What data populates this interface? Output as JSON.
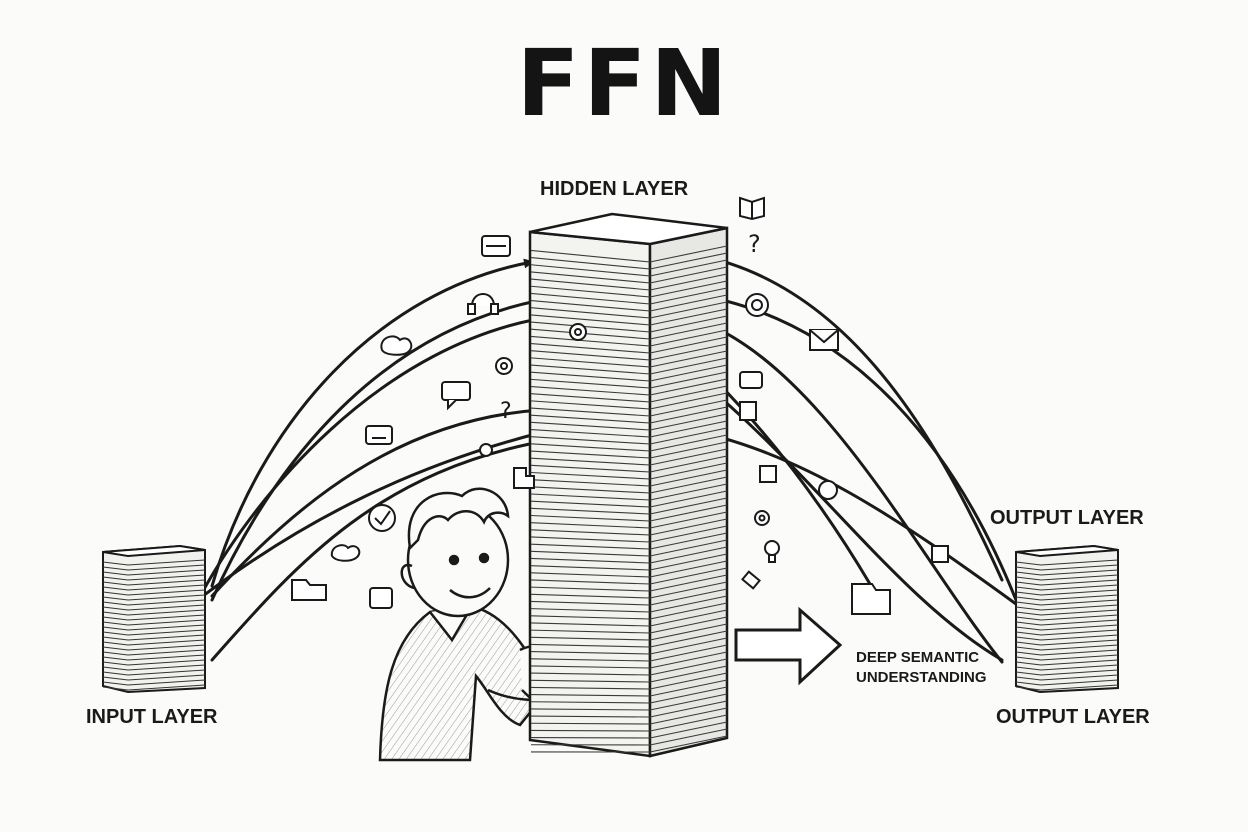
{
  "title": "FFN",
  "labels": {
    "hidden_layer": "HIDDEN LAYER",
    "input_layer": "INPUT LAYER",
    "output_layer_top": "OUTPUT LAYER",
    "output_layer_bottom": "OUTPUT LAYER",
    "deep_semantic_line1": "DEEP SEMANTIC",
    "deep_semantic_line2": "UNDERSTANDING"
  },
  "icons": [
    "book-icon",
    "question-icon",
    "keyboard-icon",
    "target-icon",
    "mail-icon",
    "headset-icon",
    "cloud-icon",
    "gear-icon",
    "lightbulb-icon",
    "checkmark-icon",
    "folder-icon",
    "chart-icon",
    "chat-icon",
    "puzzle-icon"
  ],
  "colors": {
    "ink": "#1a1a1a",
    "paper": "#fbfbf9",
    "page_fill": "#f1f1ee"
  }
}
